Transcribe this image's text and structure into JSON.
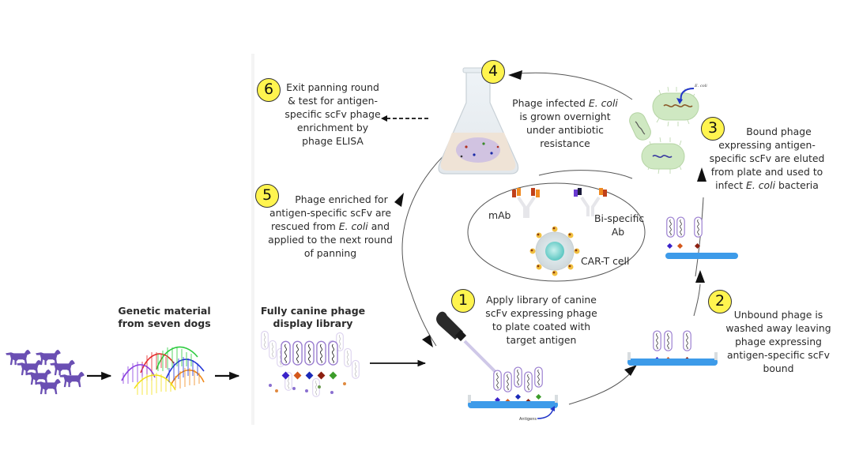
{
  "source": {
    "dogs_label": "",
    "genetic_title_line1": "Genetic material",
    "genetic_title_line2": "from seven dogs",
    "library_title_line1": "Fully canine phage",
    "library_title_line2": "display library",
    "dog_count": 7
  },
  "steps": [
    {
      "number": "1",
      "lines": [
        "Apply library of canine",
        "scFv expressing phage",
        "to plate coated with",
        "target antigen"
      ]
    },
    {
      "number": "2",
      "lines": [
        "Unbound phage is",
        "washed away leaving",
        "phage expressing",
        "antigen-specific scFv",
        "bound"
      ]
    },
    {
      "number": "3",
      "lines": [
        "Bound phage",
        "expressing antigen-",
        "specific scFv are eluted",
        "from plate and used to"
      ],
      "line5_pre": "infect ",
      "line5_italic": "E. coli",
      "line5_post": " bacteria"
    },
    {
      "number": "4",
      "line1_pre": "Phage infected ",
      "line1_italic": "E. coli",
      "lines": [
        "is grown overnight",
        "under antibiotic",
        "resistance"
      ]
    },
    {
      "number": "5",
      "lines": [
        "Phage enriched for",
        "antigen-specific scFv are"
      ],
      "line3_pre": "rescued from ",
      "line3_italic": "E. coli",
      "line3_post": " and",
      "lines_after": [
        "applied to the next round",
        "of panning"
      ]
    },
    {
      "number": "6",
      "lines": [
        "Exit panning round",
        "& test for antigen-",
        "specific scFv phage",
        "enrichment by",
        "phage ELISA"
      ]
    }
  ],
  "applications": {
    "mab": "mAb",
    "bispecific_line1": "Bi-specific",
    "bispecific_line2": "Ab",
    "cart": "CAR-T cell"
  },
  "small_labels": {
    "ecoli": "E. coli",
    "antigens": "Antigens"
  },
  "colors": {
    "badge_fill": "#fff44f",
    "dog_purple": "#6a4fb3",
    "plate_blue": "#3d9be9",
    "phage_outline": "#9b7fd0",
    "bacteria_green": "#cfe8c2"
  }
}
